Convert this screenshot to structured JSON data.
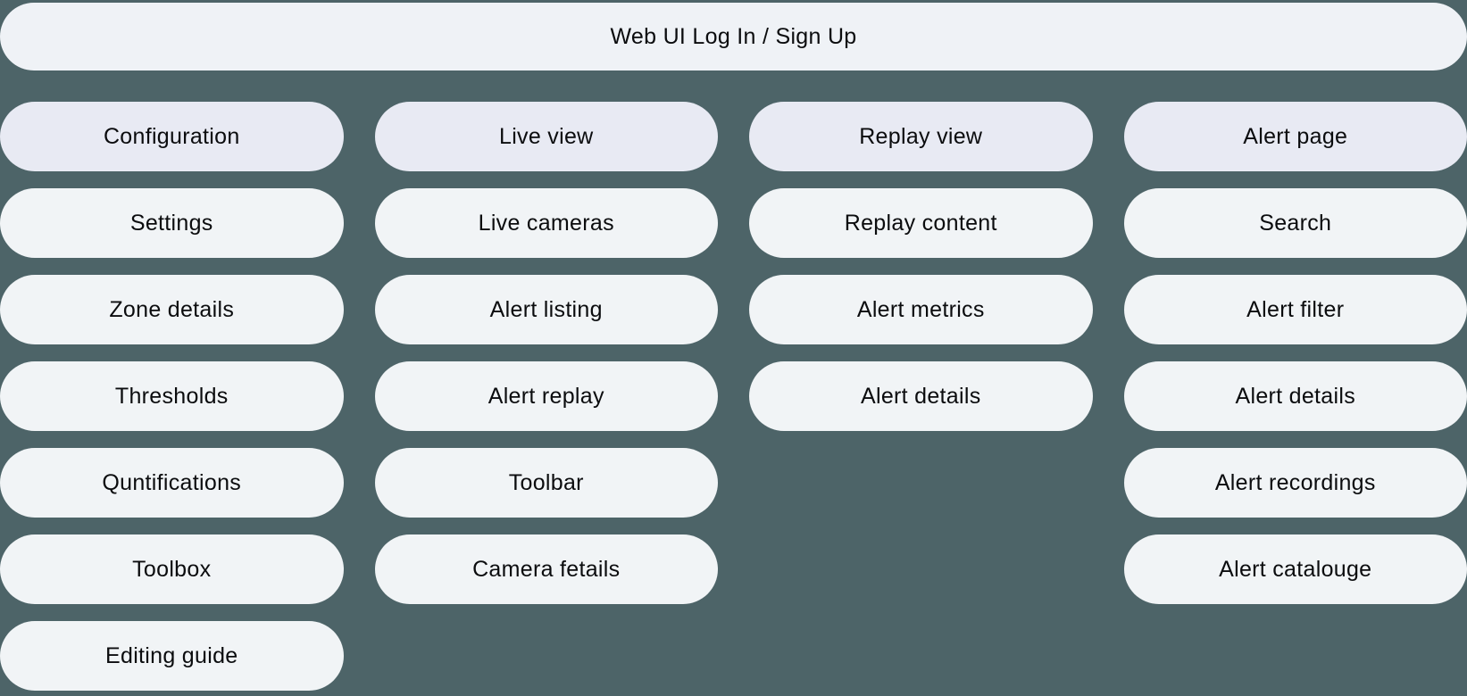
{
  "banner": {
    "label": "Web UI Log In / Sign Up"
  },
  "columns": [
    {
      "header": "Configuration",
      "items": [
        "Settings",
        "Zone details",
        "Thresholds",
        "Quntifications",
        "Toolbox",
        "Editing guide"
      ]
    },
    {
      "header": "Live view",
      "items": [
        "Live cameras",
        "Alert listing",
        "Alert replay",
        "Toolbar",
        "Camera fetails"
      ]
    },
    {
      "header": "Replay view",
      "items": [
        "Replay content",
        "Alert metrics",
        "Alert details"
      ]
    },
    {
      "header": "Alert page",
      "items": [
        "Search",
        "Alert filter",
        "Alert details",
        "Alert recordings",
        "Alert catalouge"
      ]
    }
  ],
  "colors": {
    "background": "#4d6468",
    "pill_fill": "#f1f4f6",
    "pill_header_fill": "#e8eaf3",
    "pill_banner_fill": "#eff2f6",
    "text": "#0b0c0e"
  }
}
